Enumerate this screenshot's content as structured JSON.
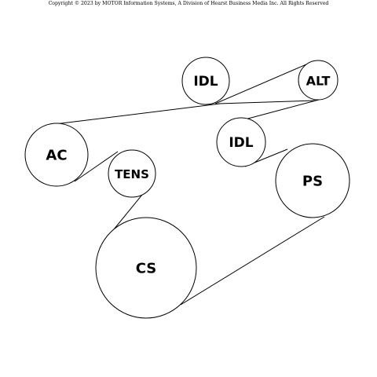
{
  "copyright": "Copyright © 2023 by MOTOR Information Systems, A Division of Hearst Business Media Inc. All Rights Reserved",
  "pulleys": [
    {
      "id": "idl-top",
      "label": "IDL"
    },
    {
      "id": "alt",
      "label": "ALT"
    },
    {
      "id": "ac",
      "label": "AC"
    },
    {
      "id": "idl-mid",
      "label": "IDL"
    },
    {
      "id": "tens",
      "label": "TENS"
    },
    {
      "id": "ps",
      "label": "PS"
    },
    {
      "id": "cs",
      "label": "CS"
    }
  ]
}
